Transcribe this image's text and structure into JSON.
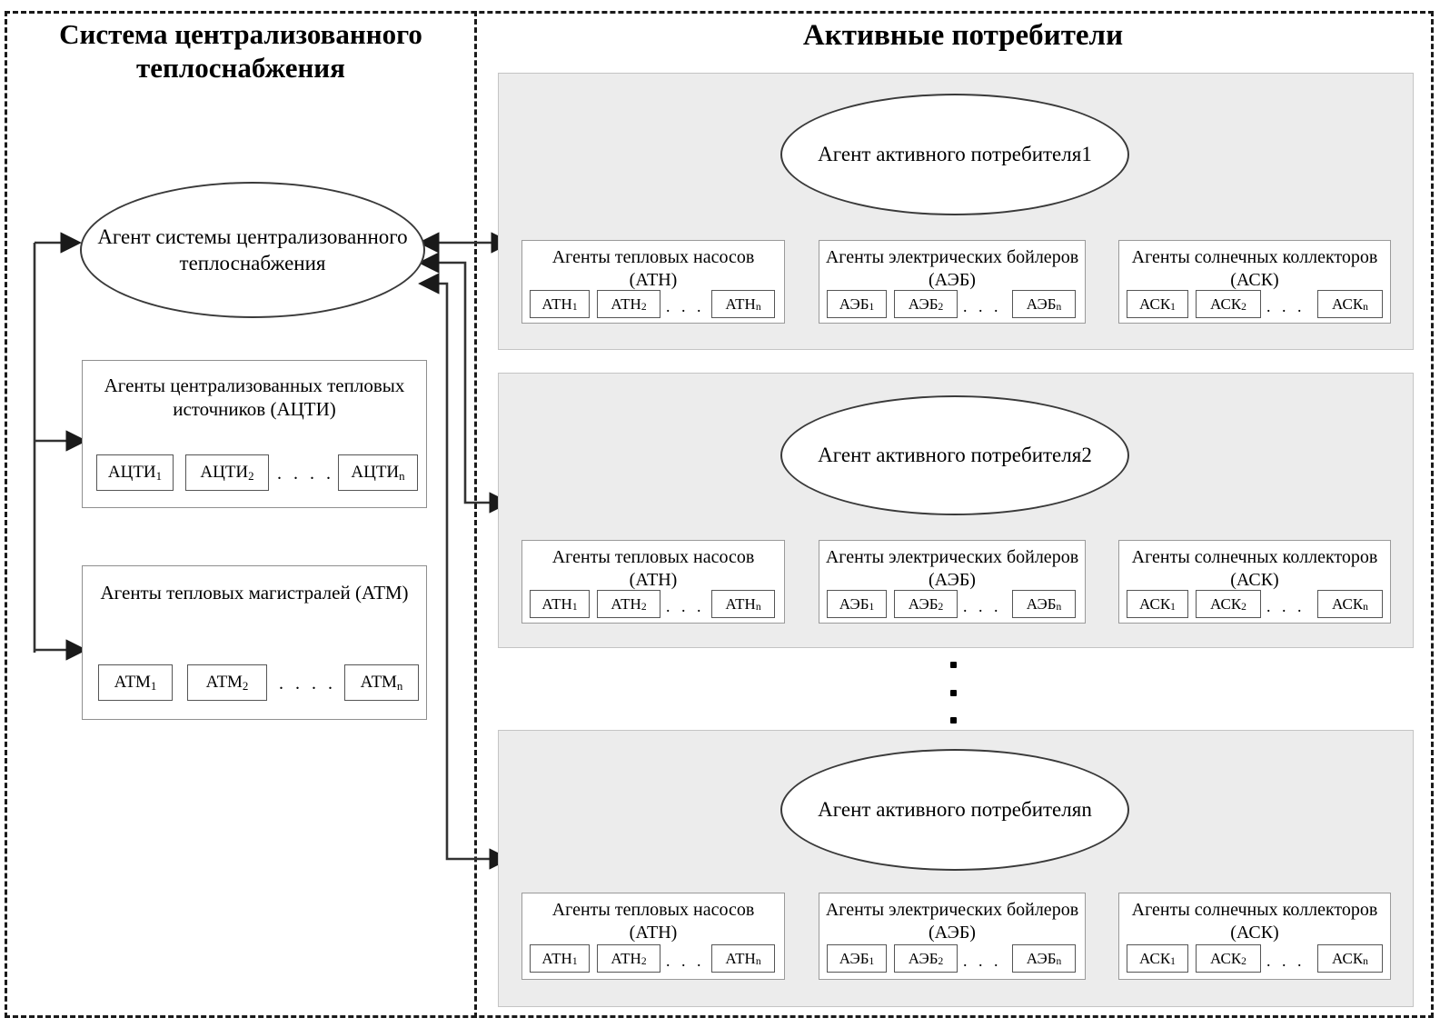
{
  "headers": {
    "left": "Система централизованного теплоснабжения",
    "right": "Активные потребители"
  },
  "left_panel": {
    "central_agent": "Агент системы централизованного теплоснабжения",
    "blocks": [
      {
        "title": "Агенты централизованных тепловых источников (АЦТИ)",
        "abbr": "АЦТИ",
        "chips": [
          "АЦТИ1",
          "АЦТИ2",
          "АЦТИn"
        ],
        "ellipsis": ". . . ."
      },
      {
        "title": "Агенты тепловых магистралей (АТМ)",
        "abbr": "АТМ",
        "chips": [
          "АТМ1",
          "АТМ2",
          "АТМn"
        ],
        "ellipsis": ". . . ."
      }
    ]
  },
  "right_panel": {
    "groups": [
      {
        "agent": "Агент активного потребителя1",
        "subsystems": [
          {
            "title": "Агенты тепловых насосов (АТН)",
            "chips": [
              "АТН1",
              "АТН2",
              "АТНn"
            ],
            "ellipsis": ". . ."
          },
          {
            "title": "Агенты электрических бойлеров (АЭБ)",
            "chips": [
              "АЭБ1",
              "АЭБ2",
              "АЭБn"
            ],
            "ellipsis": ". . ."
          },
          {
            "title": "Агенты солнечных коллекторов (АСК)",
            "chips": [
              "АСК1",
              "АСК2",
              "АСКn"
            ],
            "ellipsis": ". . ."
          }
        ]
      },
      {
        "agent": "Агент активного потребителя2",
        "subsystems": [
          {
            "title": "Агенты тепловых насосов (АТН)",
            "chips": [
              "АТН1",
              "АТН2",
              "АТНn"
            ],
            "ellipsis": ". . ."
          },
          {
            "title": "Агенты электрических бойлеров (АЭБ)",
            "chips": [
              "АЭБ1",
              "АЭБ2",
              "АЭБn"
            ],
            "ellipsis": ". . ."
          },
          {
            "title": "Агенты солнечных коллекторов (АСК)",
            "chips": [
              "АСК1",
              "АСК2",
              "АСКn"
            ],
            "ellipsis": ". . ."
          }
        ]
      },
      {
        "agent": "Агент активного потребителяn",
        "subsystems": [
          {
            "title": "Агенты тепловых насосов (АТН)",
            "chips": [
              "АТН1",
              "АТН2",
              "АТНn"
            ],
            "ellipsis": ". . ."
          },
          {
            "title": "Агенты электрических бойлеров (АЭБ)",
            "chips": [
              "АЭБ1",
              "АЭБ2",
              "АЭБn"
            ],
            "ellipsis": ". . ."
          },
          {
            "title": "Агенты солнечных коллекторов (АСК)",
            "chips": [
              "АСК1",
              "АСК2",
              "АСКn"
            ],
            "ellipsis": ". . ."
          }
        ]
      }
    ],
    "vertical_ellipsis": "⋮"
  },
  "colors": {
    "panel_background": "#ececec",
    "panel_border": "#c4c4c4",
    "line": "#333333",
    "text": "#000000",
    "frame": "#1a1a1a"
  }
}
